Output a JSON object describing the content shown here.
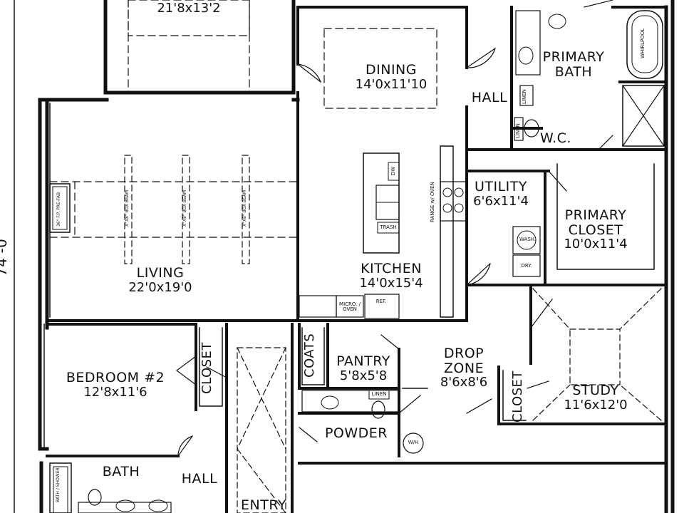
{
  "overall_dimension": "74'-0\"",
  "rooms": [
    {
      "key": "garage",
      "dims": "21'8x13'2"
    },
    {
      "key": "dining",
      "name": "DINING",
      "dims": "14'0x11'10"
    },
    {
      "key": "primary_bath",
      "name_line1": "PRIMARY",
      "name_line2": "BATH"
    },
    {
      "key": "hall_upper",
      "name": "HALL"
    },
    {
      "key": "wc",
      "name": "W.C."
    },
    {
      "key": "utility",
      "name": "UTILITY",
      "dims": "6'6x11'4"
    },
    {
      "key": "primary_closet",
      "name_line1": "PRIMARY",
      "name_line2": "CLOSET",
      "dims": "10'0x11'4"
    },
    {
      "key": "living",
      "name": "LIVING",
      "dims": "22'0x19'0"
    },
    {
      "key": "kitchen",
      "name": "KITCHEN",
      "dims": "14'0x15'4"
    },
    {
      "key": "bedroom2",
      "name": "BEDROOM #2",
      "dims": "12'8x11'6"
    },
    {
      "key": "closet_bed2",
      "name": "CLOSET"
    },
    {
      "key": "coats",
      "name": "COATS"
    },
    {
      "key": "pantry",
      "name": "PANTRY",
      "dims": "5'8x5'8"
    },
    {
      "key": "drop_zone",
      "name_line1": "DROP",
      "name_line2": "ZONE",
      "dims": "8'6x8'6"
    },
    {
      "key": "closet_study",
      "name": "CLOSET"
    },
    {
      "key": "study",
      "name": "STUDY",
      "dims": "11'6x12'0"
    },
    {
      "key": "powder",
      "name": "POWDER"
    },
    {
      "key": "bath",
      "name": "BATH"
    },
    {
      "key": "hall_lower",
      "name": "HALL"
    },
    {
      "key": "entry",
      "name": "ENTRY"
    }
  ],
  "fixtures": {
    "linen_bath": "LINEN",
    "linen_wc": "LINEN",
    "linen_powder": "LINEN",
    "whirlpool": "WHIRLPOOL",
    "range": "RANGE w/ OVEN",
    "dw": "DW",
    "trash": "TRASH",
    "micro": "MICRO. / OVEN",
    "ref": "REF.",
    "wash": "WASH.",
    "dry": "DRY.",
    "wh": "W/H",
    "fireplace": "36\" F.P. PRE-FAB",
    "box_beam": "X\"X8\" BOX BEAM",
    "tub_shower": "BATH / SHOWER"
  }
}
